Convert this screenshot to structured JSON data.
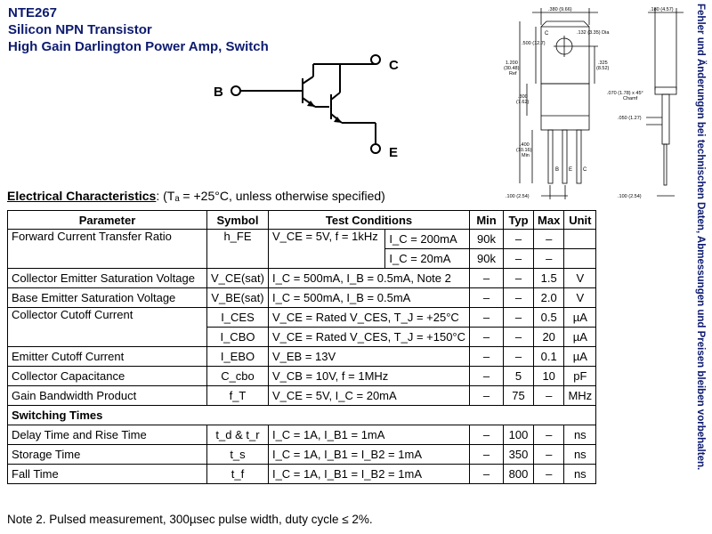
{
  "title": {
    "part_number": "NTE267",
    "type": "Silicon NPN Transistor",
    "description": "High Gain Darlington Power Amp, Switch"
  },
  "circuit": {
    "base_label": "B",
    "collector_label": "C",
    "emitter_label": "E"
  },
  "package": {
    "dims": {
      "top_width": ".380 (9.66)",
      "side_width": ".180 (4.57)",
      "hole": ".132 (3.35) Dia",
      "tab_height": ".500 (12.7)",
      "overall_height_line1": "1.200",
      "overall_height_line2": "(30.48)",
      "overall_height_line3": "Ref",
      "hole_to_body": ".325",
      "hole_to_body_mm": "(8.52)",
      "chamfer_line1": ".070 (1.78) x 45°",
      "chamfer_line2": "Chamf",
      "body_height": ".300",
      "body_height_mm": "(7.62)",
      "thickness": ".050 (1.27)",
      "lead_length_line1": ".400",
      "lead_length_line2": "(10.16)",
      "lead_length_line3": "Min",
      "pitch": ".100 (2.54)",
      "side_pitch": ".100 (2.54)"
    },
    "tab_label": "C",
    "lead_labels": [
      "B",
      "E",
      "C"
    ]
  },
  "side_note": "Fehler und Änderungen bei technischen Daten, Abmessungen und Preisen bleiben vorbehalten.",
  "ec_heading": {
    "title": "Electrical Characteristics",
    "colon": ":",
    "condition": "(Tₐ = +25°C, unless otherwise specified)"
  },
  "table": {
    "headers": [
      "Parameter",
      "Symbol",
      "Test Conditions",
      "Min",
      "Typ",
      "Max",
      "Unit"
    ],
    "hfe": {
      "parameter": "Forward Current Transfer Ratio",
      "symbol": "h_FE",
      "cond_main": "V_CE = 5V, f = 1kHz",
      "cond_a": "I_C = 200mA",
      "cond_b": "I_C = 20mA",
      "min_a": "90k",
      "typ_a": "–",
      "max_a": "–",
      "unit_a": "",
      "min_b": "90k",
      "typ_b": "–",
      "max_b": "–",
      "unit_b": ""
    },
    "rows_a": [
      {
        "parameter": "Collector Emitter Saturation Voltage",
        "symbol": "V_CE(sat)",
        "cond": "I_C = 500mA, I_B = 0.5mA, Note 2",
        "min": "–",
        "typ": "–",
        "max": "1.5",
        "unit": "V"
      },
      {
        "parameter": "Base Emitter Saturation Voltage",
        "symbol": "V_BE(sat)",
        "cond": "I_C = 500mA, I_B = 0.5mA",
        "min": "–",
        "typ": "–",
        "max": "2.0",
        "unit": "V"
      }
    ],
    "cutoff": {
      "parameter": "Collector Cutoff Current",
      "symbol_a": "I_CES",
      "cond_a": "V_CE = Rated V_CES, T_J = +25°C",
      "min_a": "–",
      "typ_a": "–",
      "max_a": "0.5",
      "unit_a": "µA",
      "symbol_b": "I_CBO",
      "cond_b": "V_CE = Rated V_CES, T_J = +150°C",
      "min_b": "–",
      "typ_b": "–",
      "max_b": "20",
      "unit_b": "µA"
    },
    "rows_b": [
      {
        "parameter": "Emitter Cutoff Current",
        "symbol": "I_EBO",
        "cond": "V_EB = 13V",
        "min": "–",
        "typ": "–",
        "max": "0.1",
        "unit": "µA"
      },
      {
        "parameter": "Collector Capacitance",
        "symbol": "C_cbo",
        "cond": "V_CB = 10V, f = 1MHz",
        "min": "–",
        "typ": "5",
        "max": "10",
        "unit": "pF"
      },
      {
        "parameter": "Gain Bandwidth Product",
        "symbol": "f_T",
        "cond": "V_CE = 5V, I_C = 20mA",
        "min": "–",
        "typ": "75",
        "max": "–",
        "unit": "MHz"
      }
    ],
    "section_label": "Switching Times",
    "rows_c": [
      {
        "parameter": "Delay Time and Rise Time",
        "symbol": "t_d & t_r",
        "cond": "I_C = 1A, I_B1 = 1mA",
        "min": "–",
        "typ": "100",
        "max": "–",
        "unit": "ns"
      },
      {
        "parameter": "Storage Time",
        "symbol": "t_s",
        "cond": "I_C = 1A, I_B1 = I_B2 = 1mA",
        "min": "–",
        "typ": "350",
        "max": "–",
        "unit": "ns"
      },
      {
        "parameter": "Fall Time",
        "symbol": "t_f",
        "cond": "I_C = 1A, I_B1 = I_B2 = 1mA",
        "min": "–",
        "typ": "800",
        "max": "–",
        "unit": "ns"
      }
    ]
  },
  "note": "Note  2. Pulsed measurement, 300µsec pulse width, duty cycle ≤ 2%."
}
